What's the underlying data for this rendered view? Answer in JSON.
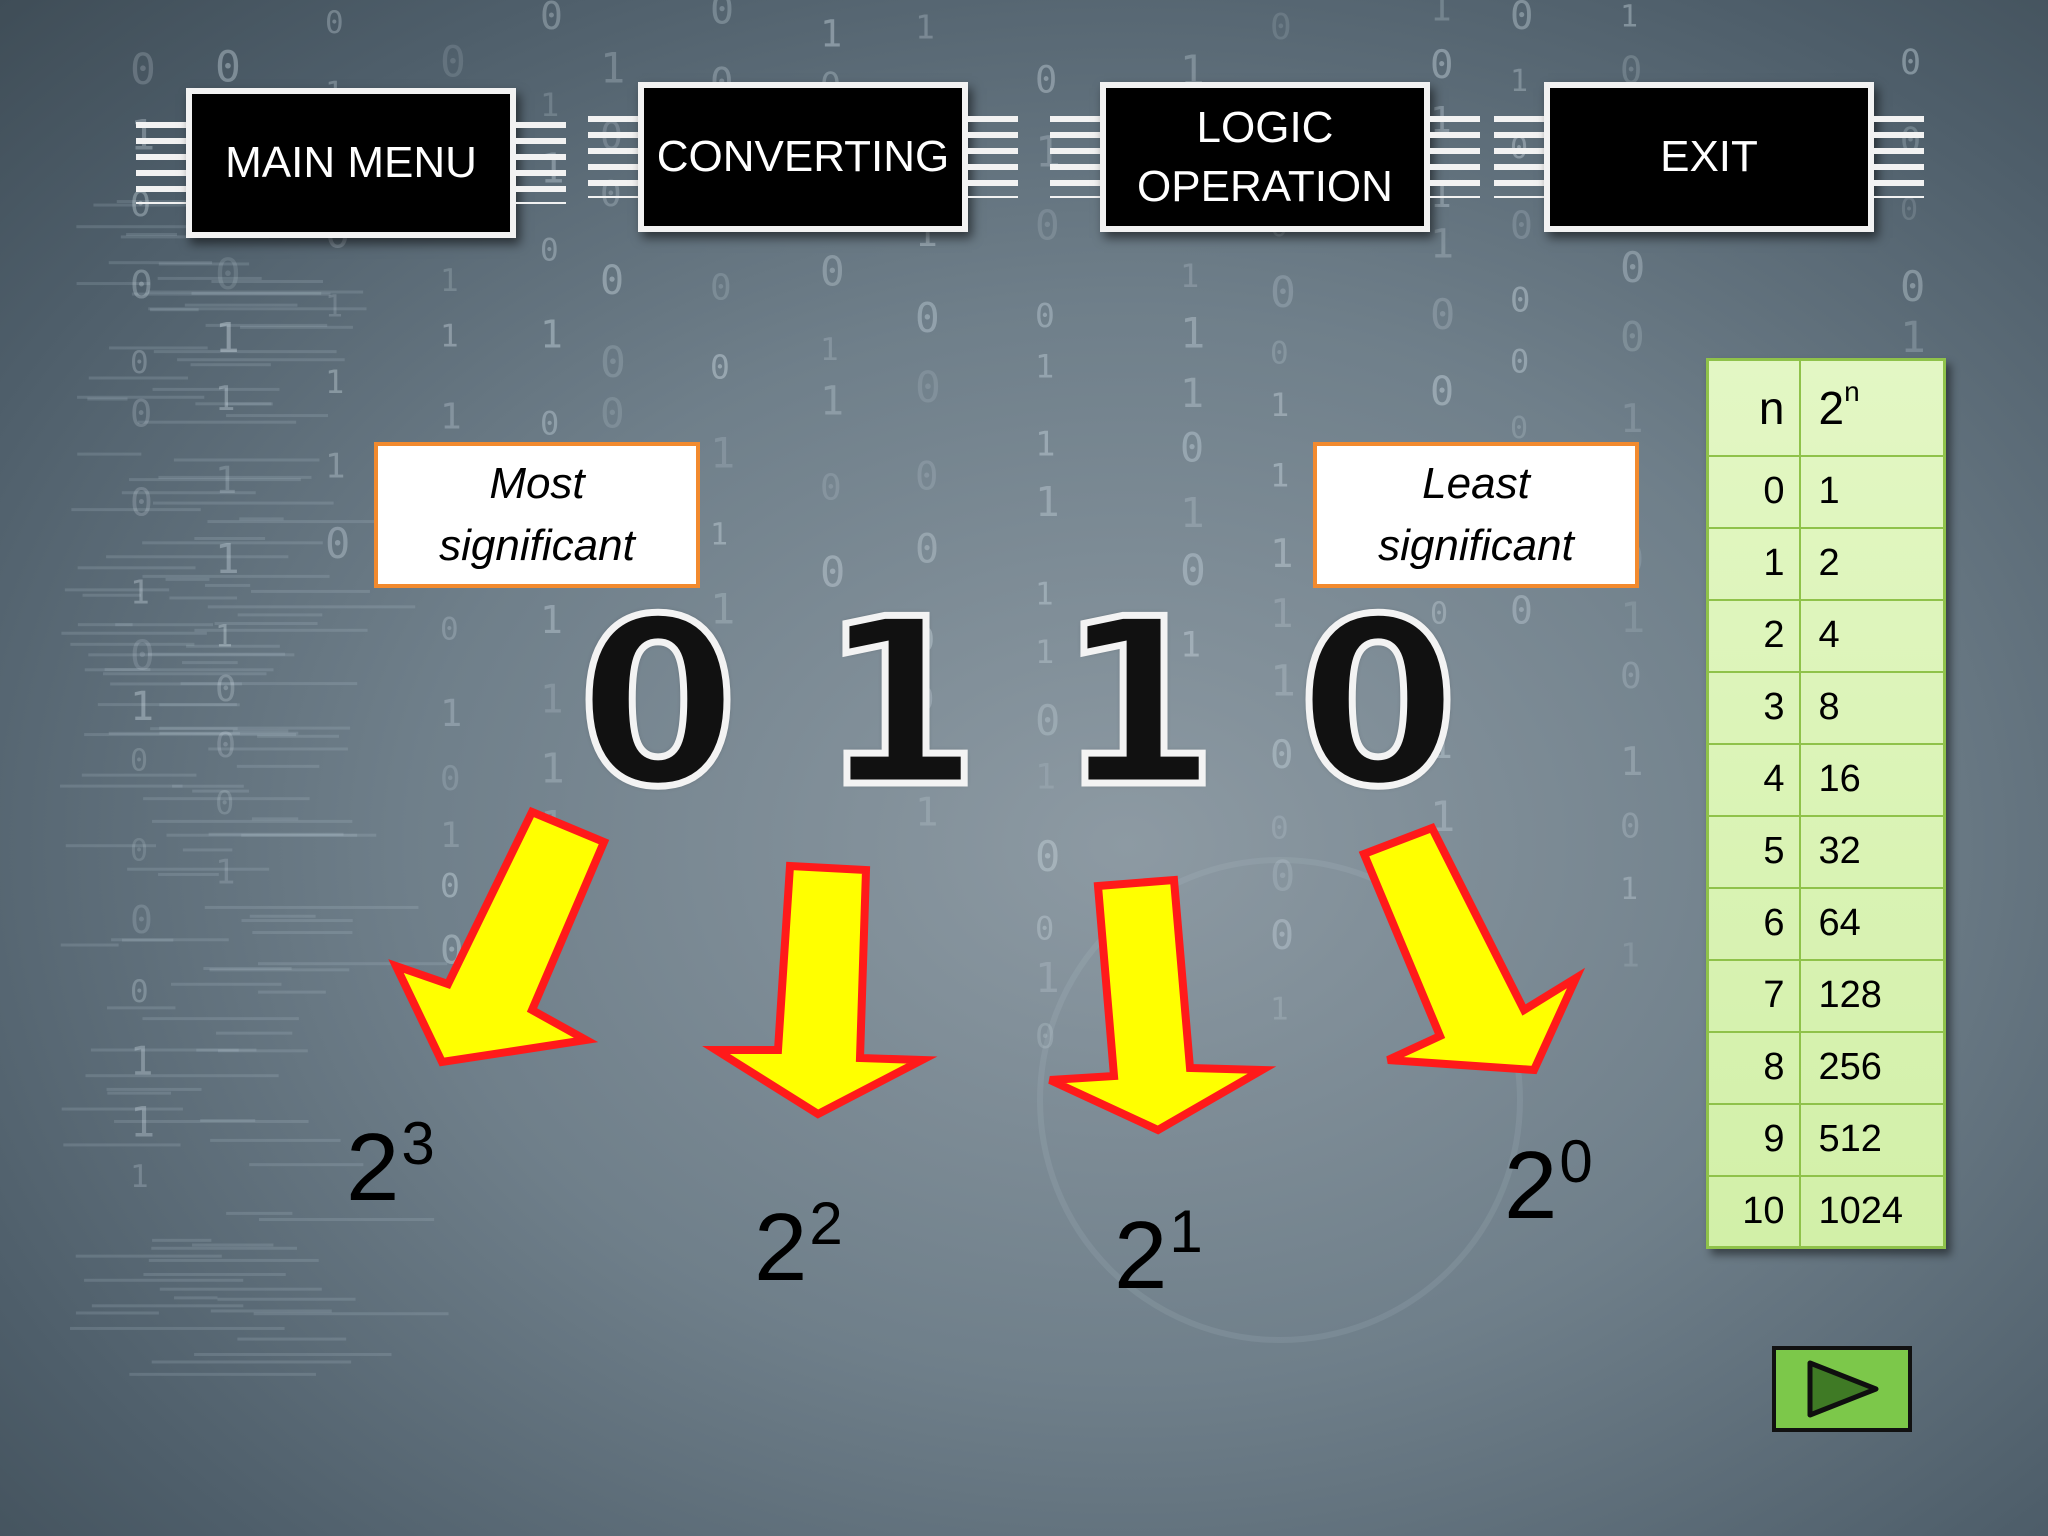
{
  "nav": [
    {
      "label": "MAIN MENU"
    },
    {
      "label": "CONVERTING"
    },
    {
      "label": "LOGIC\nOPERATION"
    },
    {
      "label": "EXIT"
    }
  ],
  "labels": {
    "most_significant": "Most\nsignificant",
    "least_significant": "Least\nsignificant"
  },
  "binary_digits": [
    "0",
    "1",
    "1",
    "0"
  ],
  "powers": [
    {
      "base": "2",
      "exp": "3"
    },
    {
      "base": "2",
      "exp": "2"
    },
    {
      "base": "2",
      "exp": "1"
    },
    {
      "base": "2",
      "exp": "0"
    }
  ],
  "table": {
    "header_n": "n",
    "header_base": "2",
    "header_exp": "n",
    "rows": [
      {
        "n": "0",
        "value": "1"
      },
      {
        "n": "1",
        "value": "2"
      },
      {
        "n": "2",
        "value": "4"
      },
      {
        "n": "3",
        "value": "8"
      },
      {
        "n": "4",
        "value": "16"
      },
      {
        "n": "5",
        "value": "32"
      },
      {
        "n": "6",
        "value": "64"
      },
      {
        "n": "7",
        "value": "128"
      },
      {
        "n": "8",
        "value": "256"
      },
      {
        "n": "9",
        "value": "512"
      },
      {
        "n": "10",
        "value": "1024"
      }
    ]
  },
  "colors": {
    "arrow_fill": "#ffff00",
    "arrow_stroke": "#ff1a1a",
    "table_border": "#8fc24a",
    "next_button": "#7cc84a",
    "label_border": "#f28a2e"
  },
  "icons": {
    "next": "play-triangle-icon"
  }
}
